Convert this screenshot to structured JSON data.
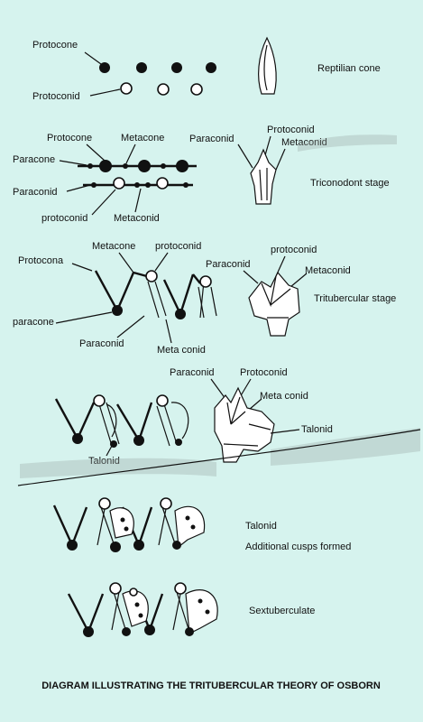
{
  "labels": {
    "protocone_1": "Protocone",
    "protoconid_1": "Protoconid",
    "reptilian_cone": "Reptilian cone",
    "protocone_2": "Protocone",
    "metacone_2": "Metacone",
    "paraconid_2a": "Paraconid",
    "protoconid_2": "Protoconid",
    "metaconid_2": "Metaconid",
    "paracone_2": "Paracone",
    "paraconid_2b": "Paraconid",
    "protoconid_2b": "protoconid",
    "metaconid_2b": "Metaconid",
    "triconodont_stage": "Triconodont stage",
    "metacone_3": "Metacone",
    "protoconid_3": "protoconid",
    "protocona_3": "Protocona",
    "paraconid_3a": "Paraconid",
    "protoconid_3b": "protoconid",
    "metaconid_3": "Metaconid",
    "tritubercular_stage": "Tritubercular stage",
    "paracone_3": "paracone",
    "paraconid_3b": "Paraconid",
    "metaconid_3b": "Meta conid",
    "paraconid_4": "Paraconid",
    "protoconid_4": "Protoconid",
    "metaconid_4": "Meta conid",
    "talonid_4a": "Talonid",
    "talonid_4b": "Talonid",
    "talonid_5": "Talonid",
    "additional_cusps": "Additional cusps formed",
    "sextuberculate": "Sextuberculate"
  },
  "caption": "DIAGRAM ILLUSTRATING THE TRITUBERCULAR THEORY OF OSBORN"
}
